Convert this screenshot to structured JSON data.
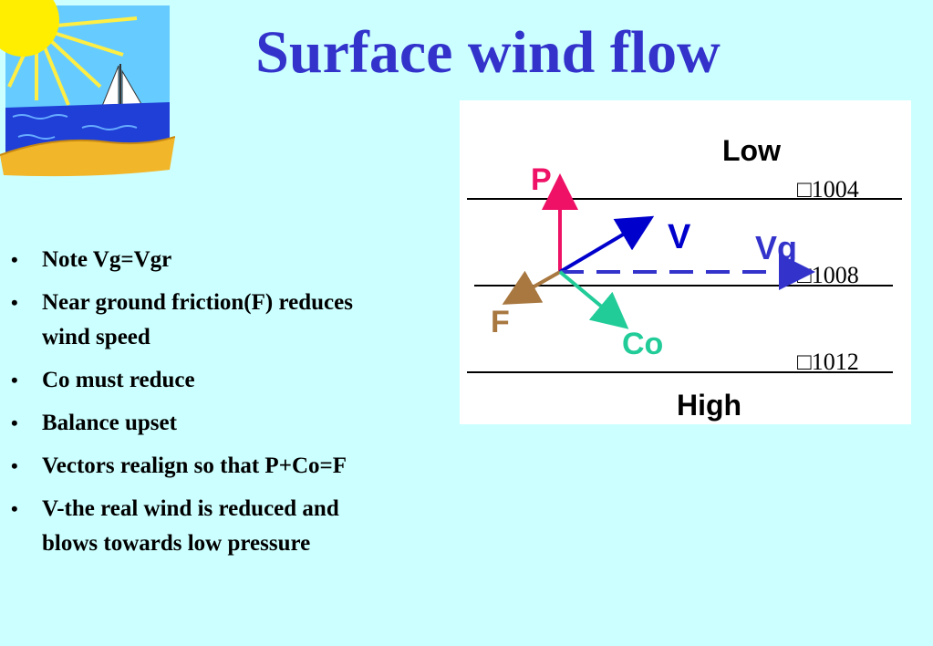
{
  "slide": {
    "title": "Surface wind flow",
    "bullets": [
      "Note Vg=Vgr",
      "Near ground friction(F) reduces wind speed",
      "Co must reduce",
      "Balance upset",
      "Vectors realign so that P+Co=F",
      "V-the real wind is reduced and blows towards low pressure"
    ],
    "bullet_marker": "•"
  },
  "diagram": {
    "low_label": "Low",
    "high_label": "High",
    "isobars": [
      "□1004",
      "□1008",
      "□1012"
    ],
    "vectors": {
      "P": "P",
      "V": "V",
      "Vg": "Vg",
      "F": "F",
      "Co": "Co"
    },
    "colors": {
      "P": "#ee1166",
      "V": "#0000cc",
      "Vg": "#3333cc",
      "F": "#a87840",
      "Co": "#22cc99",
      "title": "#3333cc",
      "background": "#ccffff"
    }
  }
}
